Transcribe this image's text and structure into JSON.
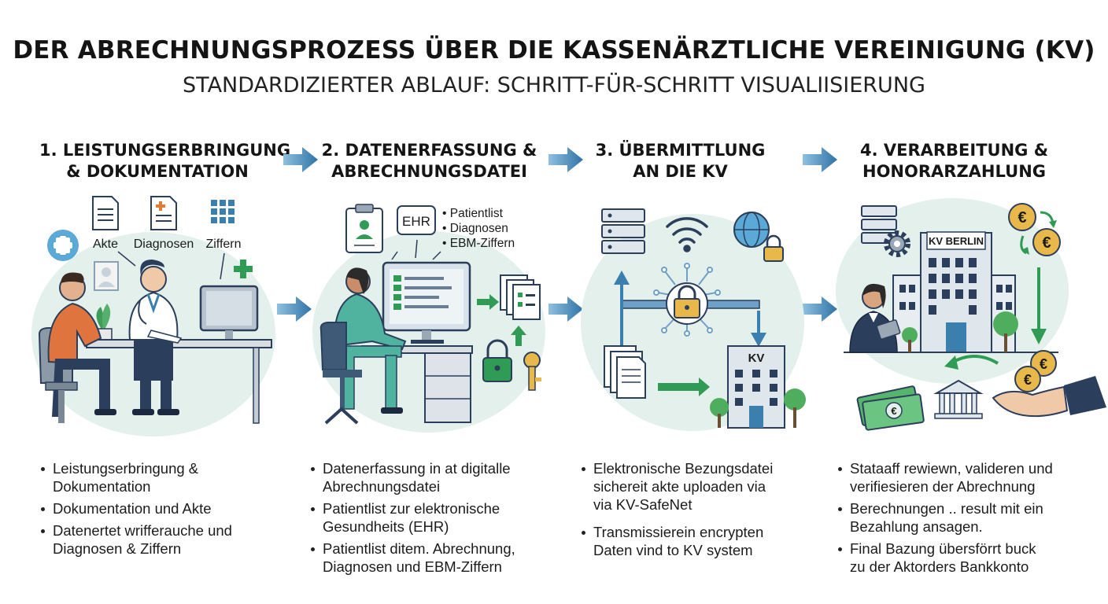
{
  "title": "DER ABRECHNUNGSPROZESS ÜBER DIE KASSENÄRZTLICHE VEREINIGUNG (KV)",
  "subtitle": "STANDARDIZIERTER ABLAUF: SCHRITT-FÜR-SCHRITT VISUALIISIERUNG",
  "colors": {
    "arrow": "#3a7fae",
    "green": "#2f9b55",
    "bg_circle": "#e3f0ec",
    "navy": "#2b3e5c"
  },
  "steps": [
    {
      "title_lines": [
        "1. LEISTUNGSERBRINGUNG",
        "& DOKUMENTATION"
      ],
      "icons": {
        "akte": "Akte",
        "diagnosen": "Diagnosen",
        "ziffern": "Ziffern"
      },
      "bullets": [
        [
          "Leistungserbringung &",
          "Dokumentation"
        ],
        [
          "Dokumentation und  Akte"
        ],
        [
          "Datenertet wrifferauche und",
          "Diagnosen & Ziffern"
        ]
      ]
    },
    {
      "title_lines": [
        "2. DATENERFASSUNG &",
        "ABRECHNUNGSDATEI"
      ],
      "icons": {
        "ehr": "EHR",
        "list": [
          "• Patientlist",
          "• Diagnosen",
          "• EBM-Ziffern"
        ]
      },
      "bullets": [
        [
          "Datenerfassung in at digitalle",
          "Abrechnungsdatei"
        ],
        [
          "Patientlist zur elektronische",
          "Gesundheits (EHR)"
        ],
        [
          "Patientlist ditem. Abrechnung,",
          "Diagnosen und EBM-Ziffern"
        ]
      ]
    },
    {
      "title_lines": [
        "3. ÜBERMITTLUNG",
        "AN DIE KV"
      ],
      "icons": {
        "kv": "KV"
      },
      "bullets": [
        [
          "Elektronische Bezungsdatei",
          "sichereit akte uploaden via",
          "via KV-SafeNet"
        ],
        [
          "Transmissierein encrypten",
          "Daten vind to KV system"
        ]
      ]
    },
    {
      "title_lines": [
        "4. VERARBEITUNG &",
        "HONORARZAHLUNG"
      ],
      "icons": {
        "kv_berlin": "KV BERLIN",
        "euro": "€"
      },
      "bullets": [
        [
          "Stataaff rewiewn, valideren und",
          "verifiesieren der Abrechnung"
        ],
        [
          "Berechnungen .. result mit ein",
          "Bezahlung ansagen."
        ],
        [
          "Final Bazung übersförrt buck",
          "zu der Aktorders Bankkonto"
        ]
      ]
    }
  ]
}
